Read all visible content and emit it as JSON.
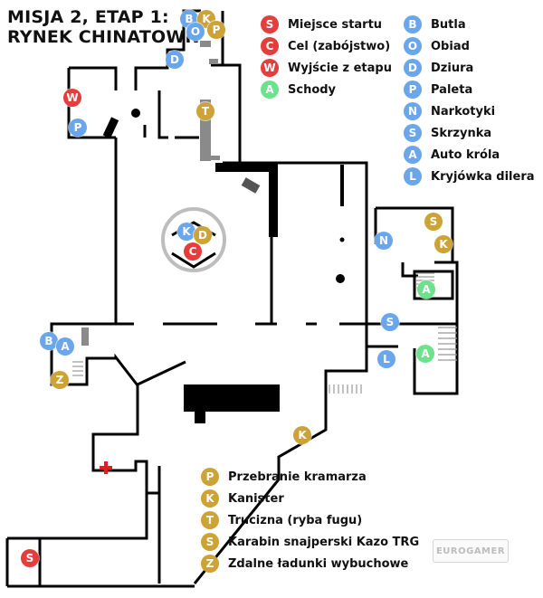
{
  "title": {
    "line1": "MISJA 2, ETAP 1:",
    "line2": "RYNEK CHINATOWN"
  },
  "colors": {
    "red": "#e53c3c",
    "blue": "#6aa6ec",
    "gold": "#cda237",
    "green": "#6de28c"
  },
  "legend_top_left": [
    {
      "letter": "S",
      "label": "Miejsce startu",
      "color": "red"
    },
    {
      "letter": "C",
      "label": "Cel (zabójstwo)",
      "color": "red"
    },
    {
      "letter": "W",
      "label": "Wyjście z etapu",
      "color": "red"
    },
    {
      "letter": "A",
      "label": "Schody",
      "color": "green"
    }
  ],
  "legend_top_right": [
    {
      "letter": "B",
      "label": "Butla",
      "color": "blue"
    },
    {
      "letter": "O",
      "label": "Obiad",
      "color": "blue"
    },
    {
      "letter": "D",
      "label": "Dziura",
      "color": "blue"
    },
    {
      "letter": "P",
      "label": "Paleta",
      "color": "blue"
    },
    {
      "letter": "N",
      "label": "Narkotyki",
      "color": "blue"
    },
    {
      "letter": "S",
      "label": "Skrzynka",
      "color": "blue"
    },
    {
      "letter": "A",
      "label": "Auto króla",
      "color": "blue"
    },
    {
      "letter": "L",
      "label": "Kryjówka dilera",
      "color": "blue"
    }
  ],
  "legend_bottom": [
    {
      "letter": "P",
      "label": "Przebranie kramarza",
      "color": "gold"
    },
    {
      "letter": "K",
      "label": "Kanister",
      "color": "gold"
    },
    {
      "letter": "T",
      "label": "Trucizna (ryba fugu)",
      "color": "gold"
    },
    {
      "letter": "S",
      "label": "Karabin snajperski Kazo TRG",
      "color": "gold"
    },
    {
      "letter": "Z",
      "label": "Zdalne ładunki wybuchowe",
      "color": "gold"
    }
  ],
  "map_markers": [
    {
      "id": "marker-b-top",
      "letter": "B",
      "color": "blue"
    },
    {
      "id": "marker-k-top",
      "letter": "K",
      "color": "gold"
    },
    {
      "id": "marker-o-top",
      "letter": "O",
      "color": "blue"
    },
    {
      "id": "marker-p-top",
      "letter": "P",
      "color": "gold"
    },
    {
      "id": "marker-d-top",
      "letter": "D",
      "color": "blue"
    },
    {
      "id": "marker-w-exit",
      "letter": "W",
      "color": "red"
    },
    {
      "id": "marker-p-pallet",
      "letter": "P",
      "color": "blue"
    },
    {
      "id": "marker-t-poison",
      "letter": "T",
      "color": "gold"
    },
    {
      "id": "marker-k-center",
      "letter": "K",
      "color": "blue"
    },
    {
      "id": "marker-d-center",
      "letter": "D",
      "color": "gold"
    },
    {
      "id": "marker-c-target",
      "letter": "C",
      "color": "red"
    },
    {
      "id": "marker-s-rifle",
      "letter": "S",
      "color": "gold"
    },
    {
      "id": "marker-k-right",
      "letter": "K",
      "color": "gold"
    },
    {
      "id": "marker-n-drugs",
      "letter": "N",
      "color": "blue"
    },
    {
      "id": "marker-a-stairs-1",
      "letter": "A",
      "color": "green"
    },
    {
      "id": "marker-s-box",
      "letter": "S",
      "color": "blue"
    },
    {
      "id": "marker-a-stairs-2",
      "letter": "A",
      "color": "green"
    },
    {
      "id": "marker-l-dealer",
      "letter": "L",
      "color": "blue"
    },
    {
      "id": "marker-b-left",
      "letter": "B",
      "color": "blue"
    },
    {
      "id": "marker-a-car",
      "letter": "A",
      "color": "blue"
    },
    {
      "id": "marker-z-explosives",
      "letter": "Z",
      "color": "gold"
    },
    {
      "id": "marker-k-lower",
      "letter": "K",
      "color": "gold"
    },
    {
      "id": "marker-s-start",
      "letter": "S",
      "color": "red"
    }
  ],
  "watermark": "EUROGAMER"
}
